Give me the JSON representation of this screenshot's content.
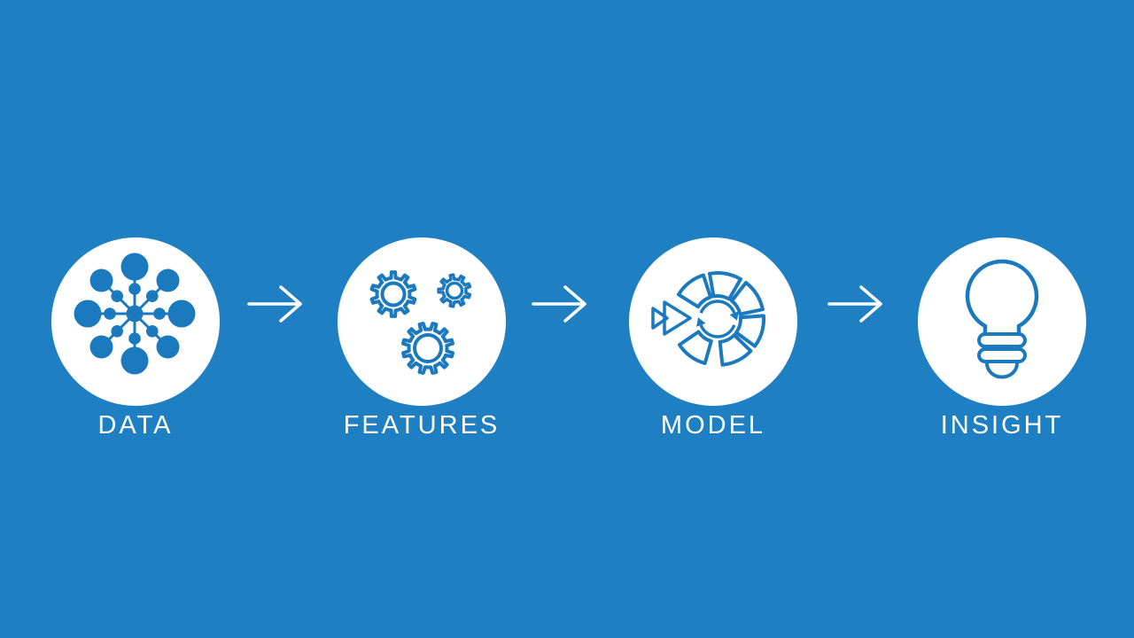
{
  "slide": {
    "background_color": "#1E80C3",
    "icon_color": "#1B79BE",
    "circle_color": "#FFFFFF",
    "text_color": "#FFFFFF",
    "arrow_color": "#FFFFFF"
  },
  "steps": [
    {
      "label": "DATA",
      "icon": "network-hub-icon"
    },
    {
      "label": "FEATURES",
      "icon": "gears-icon"
    },
    {
      "label": "MODEL",
      "icon": "model-cycle-icon"
    },
    {
      "label": "INSIGHT",
      "icon": "lightbulb-icon"
    }
  ],
  "connectors": {
    "icon": "right-arrow-icon",
    "count": 3
  }
}
